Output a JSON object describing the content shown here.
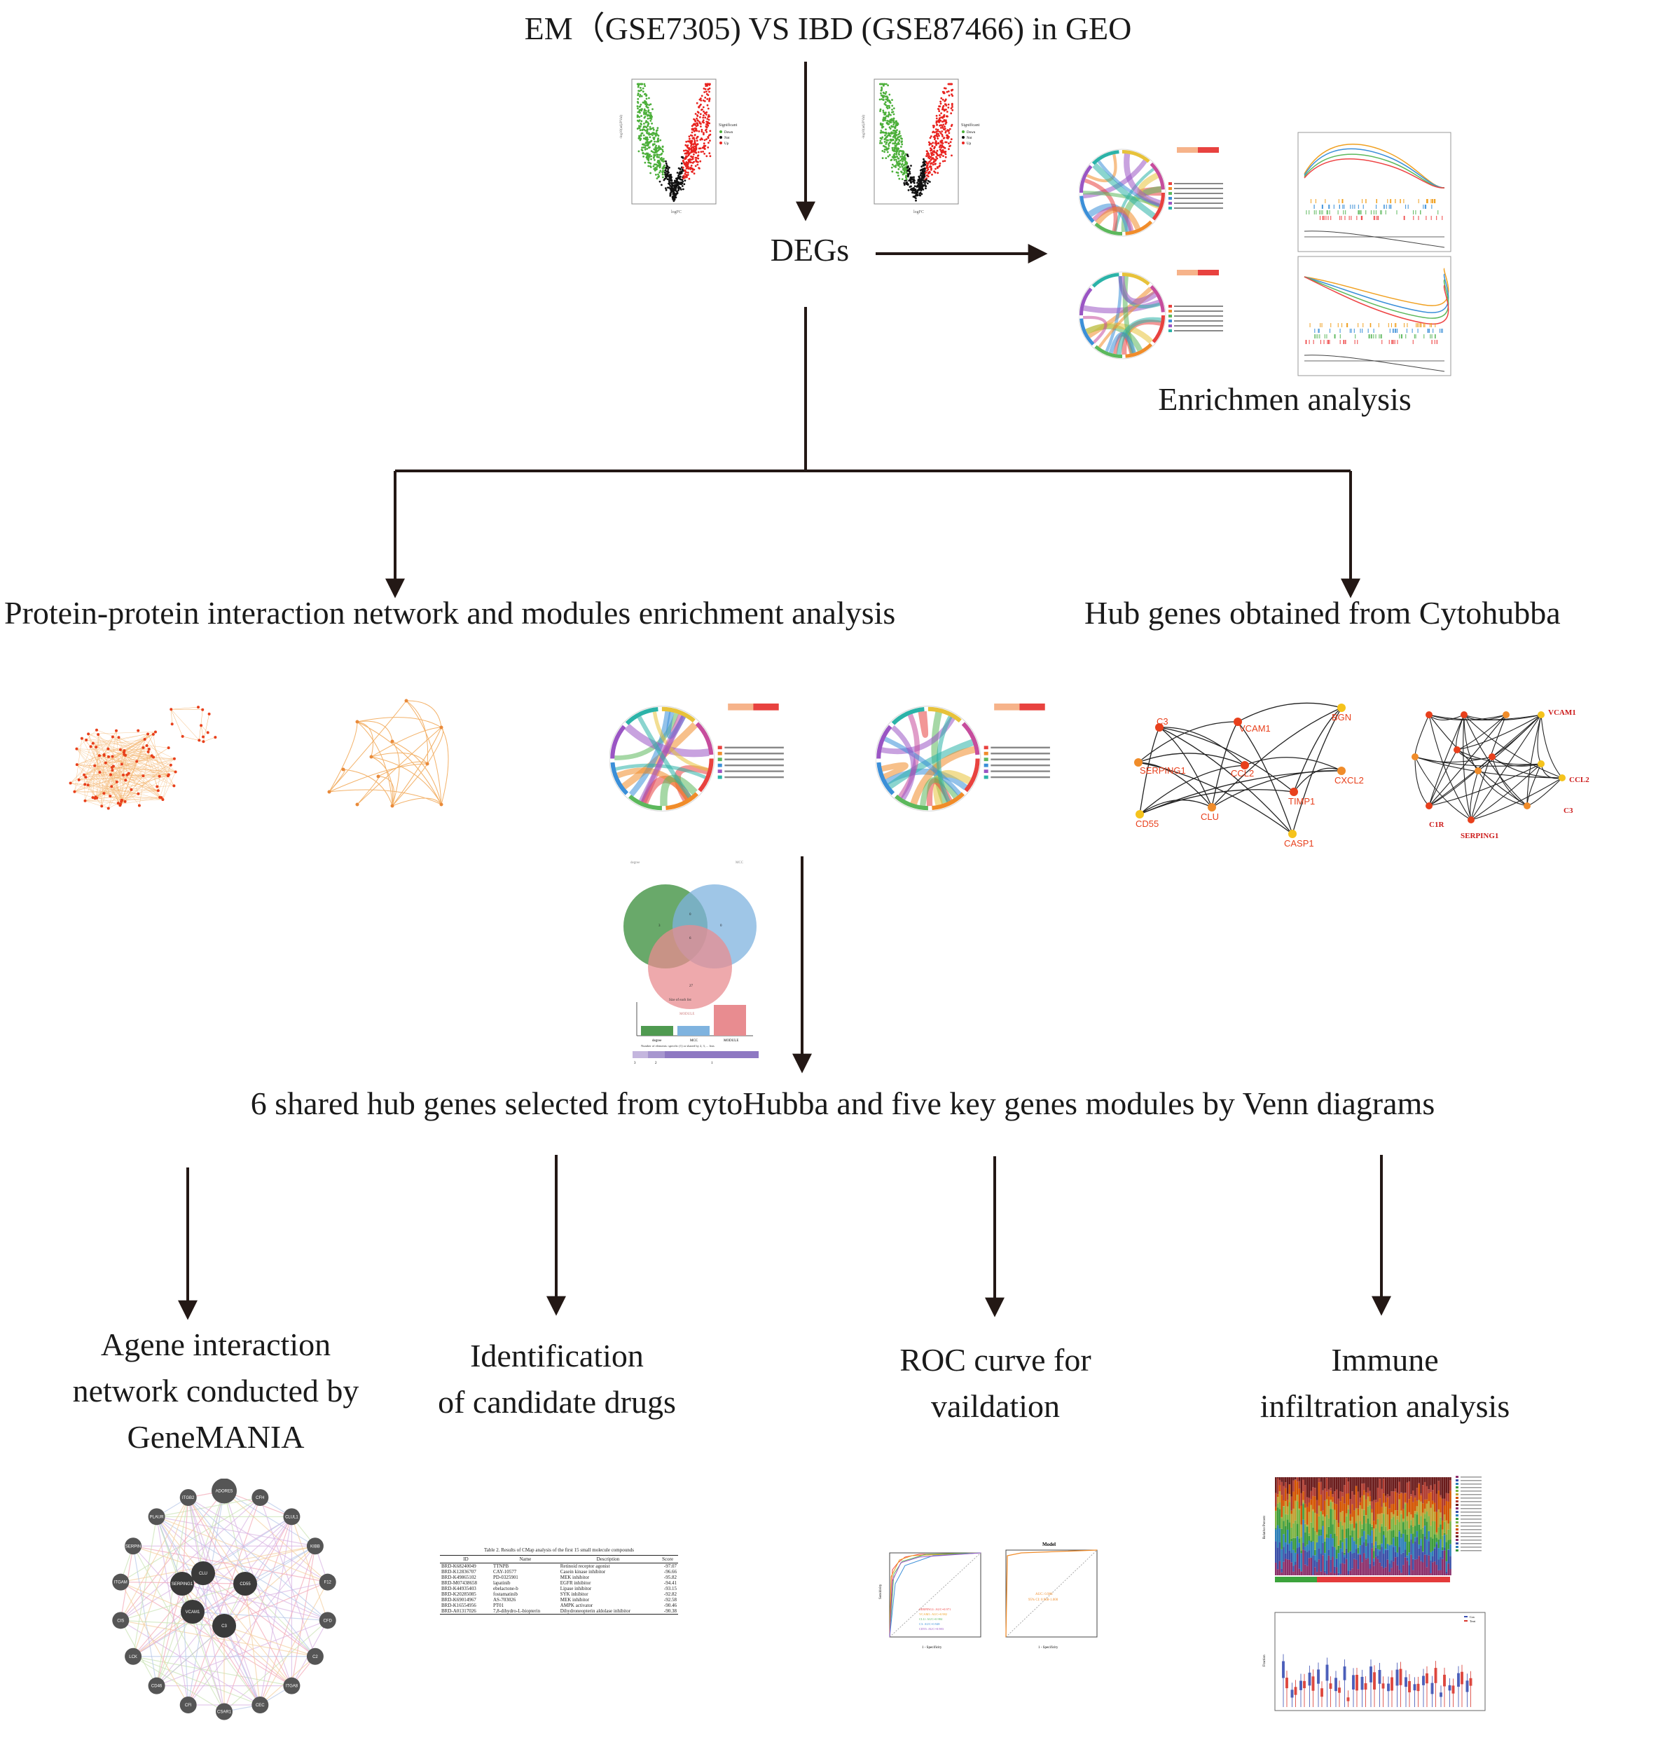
{
  "titles": {
    "top": "EM（GSE7305) VS IBD (GSE87466) in GEO",
    "degs": "DEGs",
    "enrich": "Enrichmen analysis",
    "ppi": "Protein-protein interaction network and modules enrichment analysis",
    "hub": "Hub genes obtained from Cytohubba",
    "venn": "6 shared hub genes selected from cytoHubba and five key genes modules by Venn diagrams",
    "genemania": [
      "Agene interaction",
      "network conducted by",
      "GeneMANIA"
    ],
    "drugs": [
      "Identification",
      "of candidate drugs"
    ],
    "roc": [
      "ROC curve for",
      "vaildation"
    ],
    "immune": [
      "Immune",
      "infiltration analysis"
    ]
  },
  "hub_network_1": {
    "genes": [
      "C3",
      "VCAM1",
      "BGN",
      "SERPING1",
      "CXCL2",
      "CCL2",
      "TIMP1",
      "CD55",
      "CLU",
      "CASP1"
    ]
  },
  "hub_network_2": {
    "genes": [
      "VCAM1",
      "CCL2",
      "C3",
      "C1R",
      "SERPING1"
    ]
  },
  "genemania_nodes": [
    "ADORE5",
    "CFH",
    "CLUL1",
    "KIBB",
    "F12",
    "CFD",
    "C2",
    "ITGA8",
    "CEC",
    "CSAR1",
    "CFI",
    "CD46",
    "LCK",
    "CIS",
    "ITGAM",
    "SERPIN",
    "PLAUR",
    "ITGB2",
    "CLU",
    "CD55",
    "VCAM1",
    "C3",
    "SERPING1"
  ],
  "drug_table": {
    "caption": "Table 2. Results of CMap analysis of the first 15 small molecule compounds",
    "headers": [
      "ID",
      "Name",
      "Description",
      "Score"
    ],
    "rows": [
      [
        "BRD-K68240049",
        "TTNPB",
        "Retinoid receptor agonist",
        "-97.07"
      ],
      [
        "BRD-K12836707",
        "CAY-10577",
        "Casein kinase inhibitor",
        "-96.66"
      ],
      [
        "BRD-K49865102",
        "PD-0325901",
        "MEK inhibitor",
        "-95.82"
      ],
      [
        "BRD-M07438658",
        "lapatinib",
        "EGFR inhibitor",
        "-94.41"
      ],
      [
        "BRD-K44935403",
        "ebelactone-b",
        "Lipase inhibitor",
        "-93.15"
      ],
      [
        "BRD-K20285085",
        "fostamatinib",
        "SYK inhibitor",
        "-92.82"
      ],
      [
        "BRD-K69014967",
        "AS-703026",
        "MEK inhibitor",
        "-92.58"
      ],
      [
        "BRD-K16554956",
        "PT01",
        "AMPK activator",
        "-90.46"
      ],
      [
        "BRD-A01317026",
        "7,8-dihydro-L-biopterin",
        "Dihydroneopterin aldolase inhibitor",
        "-90.38"
      ]
    ]
  },
  "roc_legend": [
    "SERPING1: AUC=0.971",
    "VCAM1: AUC=0.982",
    "CLU: AUC=0.984",
    "C3: AUC=0.948",
    "CD55: AUC=0.983"
  ],
  "roc_model": {
    "title": "Model",
    "auc": "AUC: 0.986",
    "ci": "95% CI: 0.968-1.000"
  },
  "colors": {
    "up": "#e8231f",
    "down": "#4caf3a",
    "ns": "#111111",
    "hub_red": "#e8401c",
    "hub_orange": "#f08c2a",
    "hub_yellow": "#f5c31c",
    "ppi_line": "#f3b26a"
  }
}
